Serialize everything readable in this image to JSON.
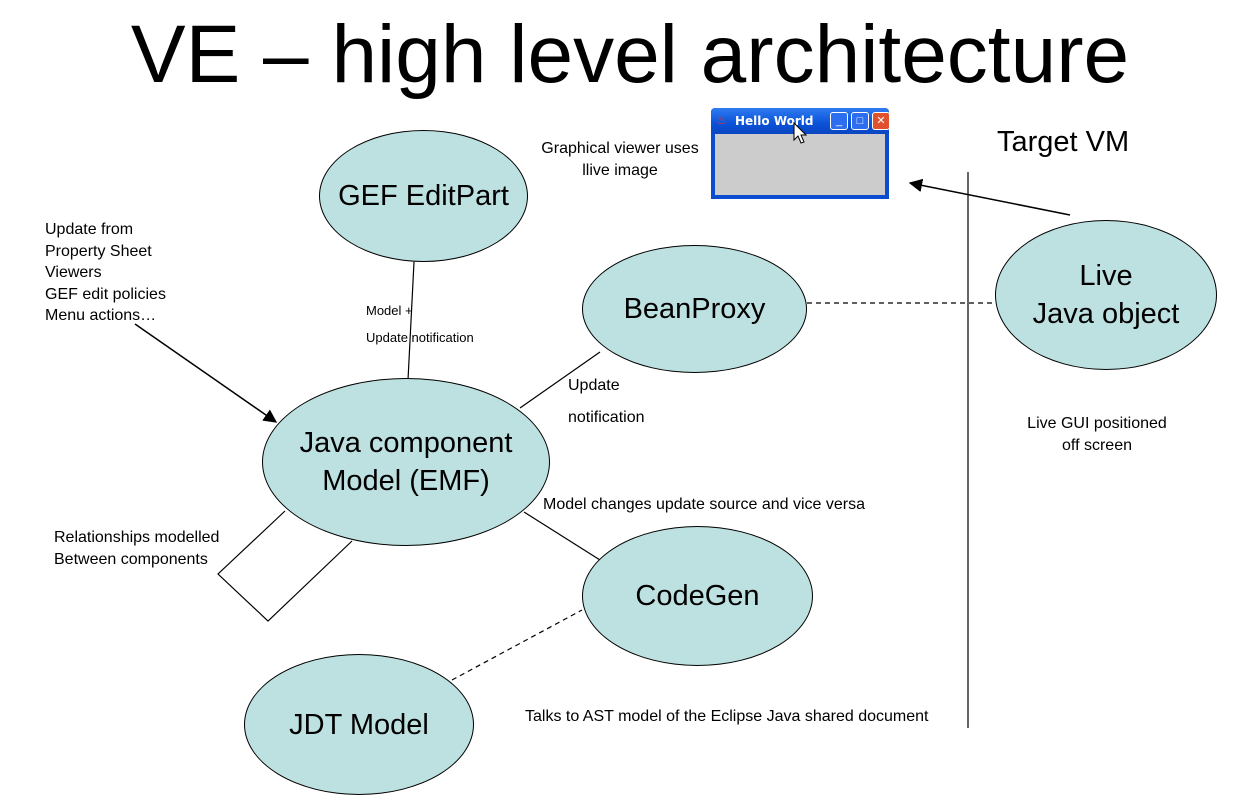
{
  "title": "VE – high level architecture",
  "nodes": {
    "gef_editpart": "GEF EditPart",
    "beanproxy": "BeanProxy",
    "java_model_line1": "Java component",
    "java_model_line2": "Model (EMF)",
    "codegen": "CodeGen",
    "jdt_model": "JDT Model",
    "live_line1": "Live",
    "live_line2": "Java object"
  },
  "labels": {
    "update_from": [
      "Update from",
      "Property Sheet",
      "Viewers",
      "GEF edit policies",
      "Menu actions…"
    ],
    "model_update_1": "Model +",
    "model_update_2": "Update notification",
    "update_notif_1": "Update",
    "update_notif_2": "notification",
    "graphical_1": "Graphical viewer uses",
    "graphical_2": "llive image",
    "target_vm": "Target VM",
    "live_gui_1": "Live GUI positioned",
    "live_gui_2": "off screen",
    "model_changes": "Model changes update source and vice versa",
    "relationships_1": "Relationships modelled",
    "relationships_2": "Between components",
    "talks_to": "Talks to AST model of the Eclipse Java shared document"
  },
  "window": {
    "title": "Hello World",
    "minimize": "_",
    "maximize": "□",
    "close": "✕"
  },
  "colors": {
    "node_fill": "#bde0e0",
    "window_blue": "#0a4dd0",
    "window_body": "#cccccc",
    "close_red": "#e0522e"
  }
}
